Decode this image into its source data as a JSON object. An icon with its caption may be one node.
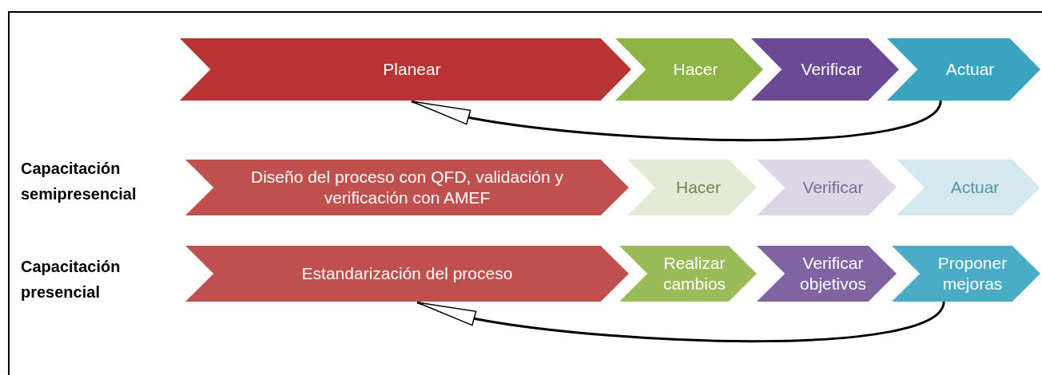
{
  "diagram": {
    "nodes": [
      {
        "text": [
          "Planear"
        ]
      },
      {
        "text": [
          "Hacer"
        ]
      },
      {
        "text": [
          "Verificar"
        ]
      },
      {
        "text": [
          "Actuar"
        ]
      },
      {
        "text": [
          "Diseño del proceso con QFD, validación y verificación con AMEF"
        ]
      },
      {
        "text": [
          "Hacer"
        ]
      },
      {
        "text": [
          "Verificar"
        ]
      },
      {
        "text": [
          "Actuar"
        ]
      },
      {
        "text": [
          "Estandarización del proceso"
        ]
      },
      {
        "text": [
          "Realizar cambios"
        ]
      },
      {
        "text": [
          "Verificar objetivos"
        ]
      },
      {
        "text": [
          "Proponer mejoras"
        ]
      }
    ],
    "edges": [
      {
        "from": 3,
        "to": 0,
        "arrow": "to"
      },
      {
        "from": 11,
        "to": 8,
        "arrow": "to"
      }
    ],
    "labels": [
      "Capacitación semipresencial",
      "Capacitación presencial"
    ]
  }
}
